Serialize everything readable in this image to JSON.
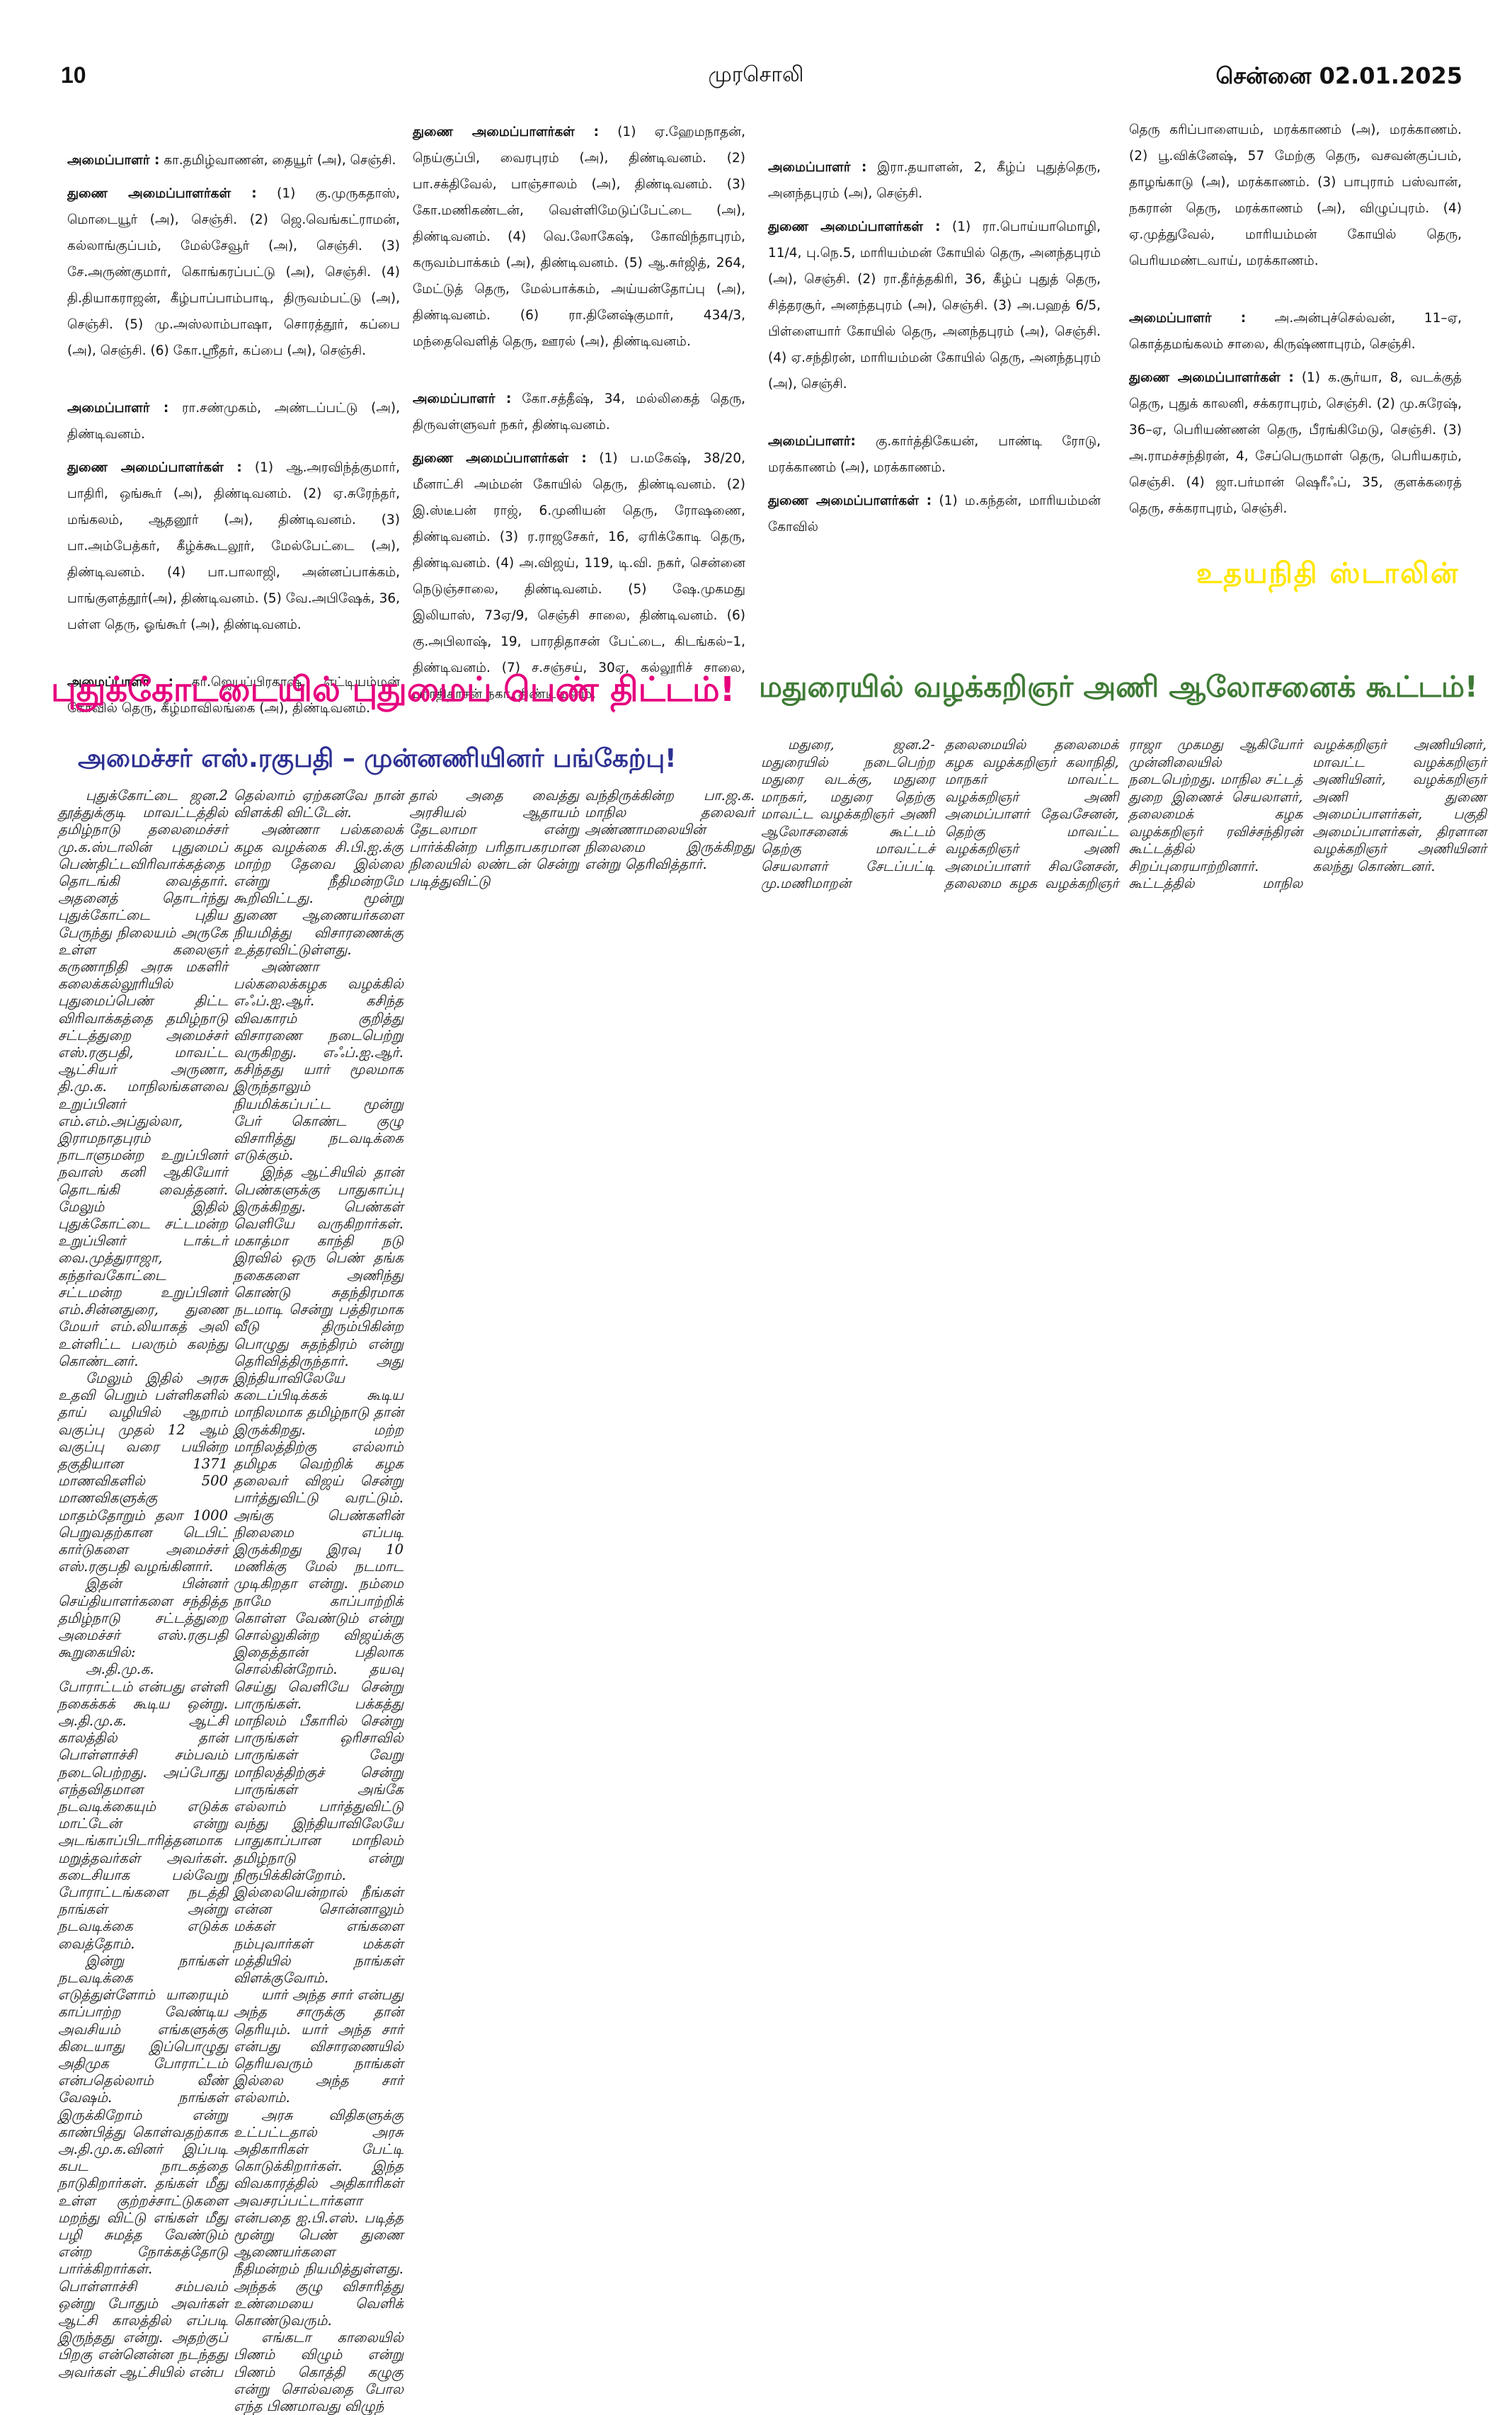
{
  "header": {
    "page_number": "10",
    "newspaper": "முரசொலி",
    "dateline": "சென்னை 02.01.2025"
  },
  "appointments": [
    {
      "label": "அமைப்பாளர் :",
      "text": " கா.தமிழ்வாணன், தையூர் (அ), செஞ்சி."
    },
    {
      "label": "துணை அமைப்பாளர்கள் :",
      "text": " (1) கு.முருகதாஸ், மொடையூர் (அ), செஞ்சி. (2) ஜெ.வெங்கட்ராமன், கல்லாங்குப்பம், மேல்சேவூர் (அ), செஞ்சி. (3) சே.அருண்குமார், கொங்கரப்பட்டு (அ), செஞ்சி. (4) தி.தியாகராஜன், கீழ்பாப்பாம்பாடி, திருவம்பட்டு (அ), செஞ்சி. (5) மு.அஸ்லாம்பாஷா, சொரத்தூர், கப்பை (அ), செஞ்சி. (6) கோ.ஸ்ரீதர், கப்பை (அ), செஞ்சி."
    },
    {
      "label": "அமைப்பாளர் :",
      "text": " ரா.சண்முகம், அண்டப்பட்டு (அ), திண்டிவனம்."
    },
    {
      "label": "துணை அமைப்பாளர்கள் :",
      "text": " (1) ஆ.அரவிந்த்குமார், பாதிரி, ஒங்கூர் (அ), திண்டிவனம். (2) ஏ.சுரேந்தர், மங்கலம், ஆதனூர் (அ), திண்டிவனம். (3) பா.அம்பேத்கர், கீழ்க்கூடலூர், மேல்பேட்டை (அ), திண்டிவனம். (4) பா.பாலாஜி, அன்னப்பாக்கம், பாங்குளத்தூர்(அ), திண்டிவனம். (5) வே.அபிஷேக், 36, பள்ள தெரு, ஓங்கூர் (அ), திண்டிவனம்."
    },
    {
      "label": "அமைப்பாளர் :",
      "text": " கா.ஜெயப்பிரகாஷ், எட்டியம்மன் கோவில் தெரு, கீழ்மாவிலங்கை (அ), திண்டிவனம்."
    },
    {
      "label": "துணை அமைப்பாளர்கள் :",
      "text": " (1) ஏ.ஹேமநாதன், நெய்குப்பி, வைரபுரம் (அ), திண்டிவனம். (2) பா.சக்திவேல், பாஞ்சாலம் (அ), திண்டிவனம். (3) கோ.மணிகண்டன், வெள்ளிமேடுப்பேட்டை (அ), திண்டிவனம். (4) வெ.லோகேஷ், கோவிந்தாபுரம், கருவம்பாக்கம் (அ), திண்டிவனம். (5) ஆ.சுர்ஜித், 264, மேட்டுத் தெரு, மேல்பாக்கம், அய்யன்தோப்பு (அ), திண்டிவனம். (6) ரா.தினேஷ்குமார், 434/3, மந்தைவெளித் தெரு, ஊரல் (அ), திண்டிவனம்."
    },
    {
      "label": "அமைப்பாளர் :",
      "text": " கோ.சத்தீஷ், 34, மல்லிகைத் தெரு, திருவள்ளுவர் நகர், திண்டிவனம்."
    },
    {
      "label": "துணை அமைப்பாளர்கள் :",
      "text": " (1) ப.மகேஷ், 38/20, மீனாட்சி அம்மன் கோயில் தெரு, திண்டிவனம். (2) இ.ஸ்டீபன் ராஜ், 6.முனியன் தெரு, ரோஷணை, திண்டிவனம். (3) ர.ராஜசேகர், 16, ஏரிக்கோடி தெரு, திண்டிவனம். (4) அ.விஜய், 119, டி.வி. நகர், சென்னை நெடுஞ்சாலை, திண்டிவனம். (5) ஷே.முகமது இலியாஸ், 73ஏ/9, செஞ்சி சாலை, திண்டிவனம். (6) கு.அபிலாஷ், 19, பாரதிதாசன் பேட்டை, கிடங்கல்–1, திண்டிவனம். (7) ச.சஞ்சய், 30ஏ, கல்லூரிச் சாலை, பாரதிதாசன் நகர், திண்டிவனம்."
    },
    {
      "label": "அமைப்பாளர் :",
      "text": " இரா.தயாளன், 2, கீழ்ப் புதுத்தெரு, அனந்தபுரம் (அ), செஞ்சி."
    },
    {
      "label": "துணை அமைப்பாளர்கள் :",
      "text": " (1) ரா.பொய்யாமொழி, 11/4, பு.நெ.5, மாரியம்மன் கோயில் தெரு, அனந்தபுரம் (அ), செஞ்சி. (2) ரா.தீர்த்தகிரி, 36, கீழ்ப் புதுத் தெரு, சித்தரசூர், அனந்தபுரம் (அ), செஞ்சி. (3) அ.பஹத் 6/5, பிள்ளையார் கோயில் தெரு, அனந்தபுரம் (அ), செஞ்சி. (4) ஏ.சந்திரன், மாரியம்மன் கோயில் தெரு, அனந்தபுரம் (அ), செஞ்சி."
    },
    {
      "label": "அமைப்பாளர்:",
      "text": " கு.கார்த்திகேயன், பாண்டி ரோடு, மரக்காணம் (அ), மரக்காணம்."
    },
    {
      "label": "துணை அமைப்பாளர்கள் :",
      "text": " (1) ம.கந்தன், மாரியம்மன் கோவில்"
    },
    {
      "label": "",
      "text": "தெரு கரிப்பாளையம், மரக்காணம் (அ), மரக்காணம். (2) பூ.விக்னேஷ், 57 மேற்கு தெரு, வசவன்குப்பம், தாழங்காடு (அ), மரக்காணம். (3) பாபுராம் பஸ்வான், நகரான் தெரு, மரக்காணம் (அ), விழுப்புரம். (4) ஏ.முத்துவேல், மாரியம்மன் கோயில் தெரு, பெரியமண்டவாய், மரக்காணம்."
    },
    {
      "label": "அமைப்பாளர் :",
      "text": " அ.அன்புச்செல்வன், 11–ஏ, கொத்தமங்கலம் சாலை, கிருஷ்ணாபுரம், செஞ்சி."
    },
    {
      "label": "துணை அமைப்பாளர்கள் :",
      "text": " (1) க.சூர்யா, 8, வடக்குத் தெரு, புதுக் காலனி, சக்கராபுரம், செஞ்சி. (2) மு.சுரேஷ், 36–ஏ, பெரியண்ணன் தெரு, பீரங்கிமேடு, செஞ்சி. (3) அ.ராமச்சந்திரன், 4, சேப்பெருமாள் தெரு, பெரியகரம், செஞ்சி. (4) ஜா.பர்மான் ஷெரீஃப், 35, குளக்கரைத் தெரு, சக்கராபுரம், செஞ்சி."
    }
  ],
  "signature": "உதயநிதி ஸ்டாலின்",
  "article1": {
    "headline": "புதுக்கோட்டையில் புதுமைப் பெண் திட்டம்!",
    "subheadline": "அமைச்சர் எஸ்.ரகுபதி – முன்னணியினர் பங்கேற்பு!",
    "columns": [
      [
        "புதுக்கோட்டை ஜன.2 தூத்துக்குடி மாவட்டத்தில் தமிழ்நாடு தலைமைச்சர் மு.க.ஸ்டாலின் புதுமைப் பெண்திட்டவிரிவாக்கத்தை தொடங்கி வைத்தார். அதனைத் தொடர்ந்து புதுக்கோட்டை புதிய பேருந்து நிலையம் அருகே உள்ள கலைஞர் கருணாநிதி அரசு மகளிர் கலைக்கல்லூரியில் புதுமைப்பெண் திட்ட விரிவாக்கத்தை தமிழ்நாடு சட்டத்துறை அமைச்சர் எஸ்.ரகுபதி, மாவட்ட ஆட்சியர் அருணா, தி.மு.க. மாநிலங்களவை உறுப்பினர் எம்.எம்.அப்துல்லா, இராமநாதபுரம் நாடாளுமன்ற உறுப்பினர் நவாஸ் கனி ஆகியோர் தொடங்கி வைத்தனர். மேலும் இதில் புதுக்கோட்டை சட்டமன்ற உறுப்பினர் டாக்டர் வை.முத்துராஜா, கந்தர்வகோட்டை சட்டமன்ற உறுப்பினர் எம்.சின்னதுரை, துணை மேயர் எம்.லியாகத் அலி உள்ளிட்ட பலரும் கலந்து கொண்டனர்.",
        "மேலும் இதில் அரசு உதவி பெறும் பள்ளிகளில் தாய் வழியில் ஆறாம் வகுப்பு முதல் 12 ஆம் வகுப்பு வரை பயின்ற தகுதியான 1371 மாணவிகளில் 500 மாணவிகளுக்கு மாதம்தோறும் தலா 1000 பெறுவதற்கான டெபிட் கார்டுகளை அமைச்சர் எஸ்.ரகுபதி வழங்கினார்.",
        "இதன் பின்னர் செய்தியாளர்களை சந்தித்த தமிழ்நாடு சட்டத்துறை அமைச்சர் எஸ்.ரகுபதி கூறுகையில்:",
        "அ.தி.மு.க. போராட்டம் என்பது எள்ளி நகைக்கக் கூடிய ஒன்று. அ.தி.மு.க. ஆட்சி காலத்தில் தான் பொள்ளாச்சி சம்பவம் நடைபெற்றது. அப்போது எந்தவிதமான நடவடிக்கையும் எடுக்க மாட்டேன் என்று அடங்காப்பிடாரித்தனமாக மறுத்தவர்கள் அவர்கள். கடைசியாக பல்வேறு போராட்டங்களை நடத்தி நாங்கள் அன்று நடவடிக்கை எடுக்க வைத்தோம்.",
        "இன்று நாங்கள் நடவடிக்கை எடுத்துள்ளோம் யாரையும் காப்பாற்ற வேண்டிய அவசியம் எங்களுக்கு கிடையாது இப்பொழுது அதிமுக போராட்டம் என்பதெல்லாம் வீண் வேஷம். நாங்கள் இருக்கிறோம் என்று காண்பித்து கொள்வதற்காக அ.தி.மு.க.வினர் இப்படி கபட நாடகத்தை நாடுகிறார்கள். தங்கள் மீது உள்ள குற்றச்சாட்டுகளை மறந்து விட்டு எங்கள் மீது பழி சுமத்த வேண்டும் என்ற நோக்கத்தோடு பார்க்கிறார்கள். பொள்ளாச்சி சம்பவம் ஒன்று போதும் அவர்கள் ஆட்சி காலத்தில் எப்படி இருந்தது என்று. அதற்குப் பிறகு என்னென்ன நடந்தது அவர்கள் ஆட்சியில் என்ப"
      ],
      [
        "தெல்லாம் ஏற்கனவே நான் விளக்கி விட்டேன்.",
        "அண்ணா பல்கலைக் கழக வழக்கை சி.பி.ஐ.க்கு மாற்ற தேவை இல்லை என்று நீதிமன்றமே கூறிவிட்டது. மூன்று துணை ஆணையர்களை நியமித்து விசாரணைக்கு உத்தரவிட்டுள்ளது.",
        "அண்ணா பல்கலைக்கழக வழக்கில் எஃப்.ஐ.ஆர். கசிந்த விவகாரம் குறித்து விசாரணை நடைபெற்று வருகிறது. எஃப்.ஐ.ஆர். கசிந்தது யார் மூலமாக இருந்தாலும் நியமிக்கப்பட்ட மூன்று பேர் கொண்ட குழு விசாரித்து நடவடிக்கை எடுக்கும்.",
        "இந்த ஆட்சியில் தான் பெண்களுக்கு பாதுகாப்பு இருக்கிறது. பெண்கள் வெளியே வருகிறார்கள். மகாத்மா காந்தி நடு இரவில் ஒரு பெண் தங்க நகைகளை அணிந்து கொண்டு சுதந்திரமாக நடமாடி சென்று பத்திரமாக வீடு திரும்பிகின்ற பொழுது சுதந்திரம் என்று தெரிவித்திருந்தார். அது இந்தியாவிலேயே கடைப்பிடிக்கக் கூடிய மாநிலமாக தமிழ்நாடு தான் இருக்கிறது. மற்ற மாநிலத்திற்கு எல்லாம் தமிழக வெற்றிக் கழக தலைவர் விஜய் சென்று பார்த்துவிட்டு வரட்டும். அங்கு பெண்களின் நிலைமை எப்படி இருக்கிறது இரவு 10 மணிக்கு மேல் நடமாட முடிகிறதா என்று. நம்மை நாமே காப்பாற்றிக் கொள்ள வேண்டும் என்று சொல்லுகின்ற விஜய்க்கு இதைத்தான் பதிலாக சொல்கின்றோம். தயவு செய்து வெளியே சென்று பாருங்கள். பக்கத்து மாநிலம் பீகாரில் சென்று பாருங்கள் ஒரிசாவில் பாருங்கள் வேறு மாநிலத்திற்குச் சென்று பாருங்கள் அங்கே எல்லாம் பார்த்துவிட்டு வந்து இந்தியாவிலேயே பாதுகாப்பான மாநிலம் தமிழ்நாடு என்று நிரூபிக்கின்றோம். இல்லையென்றால் நீங்கள் என்ன சொன்னாலும் மக்கள் எங்களை நம்புவார்கள் மக்கள் மத்தியில் நாங்கள் விளக்குவோம்.",
        "யார் அந்த சார் என்பது அந்த சாருக்கு தான் தெரியும். யார் அந்த சார் என்பது விசாரணையில் தெரியவரும் நாங்கள் இல்லை அந்த சார் எல்லாம்.",
        "அரசு விதிகளுக்கு உட்பட்டதால் அரசு அதிகாரிகள் பேட்டி கொடுக்கிறார்கள். இந்த விவகாரத்தில் அதிகாரிகள் அவசரப்பட்டார்களா என்பதை ஐ.பி.எஸ். படித்த மூன்று பெண் துணை ஆணையர்களை நீதிமன்றம் நியமித்துள்ளது. அந்தக் குழு விசாரித்து உண்மையை வெளிக் கொண்டுவரும்.",
        "எங்கடா காலையில் பிணம் விழும் என்று பிணம் கொத்தி கழுகு என்று சொல்வதை போல எந்த பிணமாவது விழுந்"
      ],
      [
        "தால் அதை வைத்து அரசியல் ஆதாயம் தேடலாமா என்று பார்க்கின்ற பரிதாபகரமான நிலையில் லண்டன் சென்று படித்துவிட்டு"
      ],
      [
        "வந்திருக்கின்ற பா.ஜ.க. மாநில தலைவர் அண்ணாமலையின் நிலைமை இருக்கிறது என்று தெரிவித்தார்."
      ]
    ]
  },
  "article2": {
    "headline": "மதுரையில் வழக்கறிஞர் அணி ஆலோசனைக் கூட்டம்!",
    "body": "மதுரை, ஜன.2- மதுரையில் நடைபெற்ற மதுரை வடக்கு, மதுரை மாநகர், மதுரை தெற்கு மாவட்ட வழக்கறிஞர் அணி ஆலோசனைக் கூட்டம் தெற்கு மாவட்டச் செயலாளர் சேடப்பட்டி மு.மணிமாறன் தலைமையில் தலைமைக் கழக வழக்கறிஞர் கலாநிதி, மாநகர் மாவட்ட வழக்கறிஞர் அணி அமைப்பாளர் தேவசேனன், தெற்கு மாவட்ட வழக்கறிஞர் அணி அமைப்பாளர் சிவனேசன், தலைமை கழக வழக்கறிஞர் ராஜா முகமது ஆகியோர் முன்னிலையில் நடைபெற்றது. மாநில சட்டத் துறை இணைச் செயலாளர், தலைமைக் கழக வழக்கறிஞர் ரவிச்சந்திரன் கூட்டத்தில் சிறப்புரையாற்றினார். கூட்டத்தில் மாநில வழக்கறிஞர் அணியினர், மாவட்ட வழக்கறிஞர் அணியினர், வழக்கறிஞர் அணி துணை அமைப்பாளர்கள், பகுதி அமைப்பாளர்கள், திரளான வழக்கறிஞர் அணியினர் கலந்து கொண்டனர்."
  },
  "colors": {
    "headline_pink": "#E6007E",
    "headline_green": "#3F7B36",
    "subheadline_blue": "#2E3192",
    "signature_yellow": "#FFE600"
  }
}
